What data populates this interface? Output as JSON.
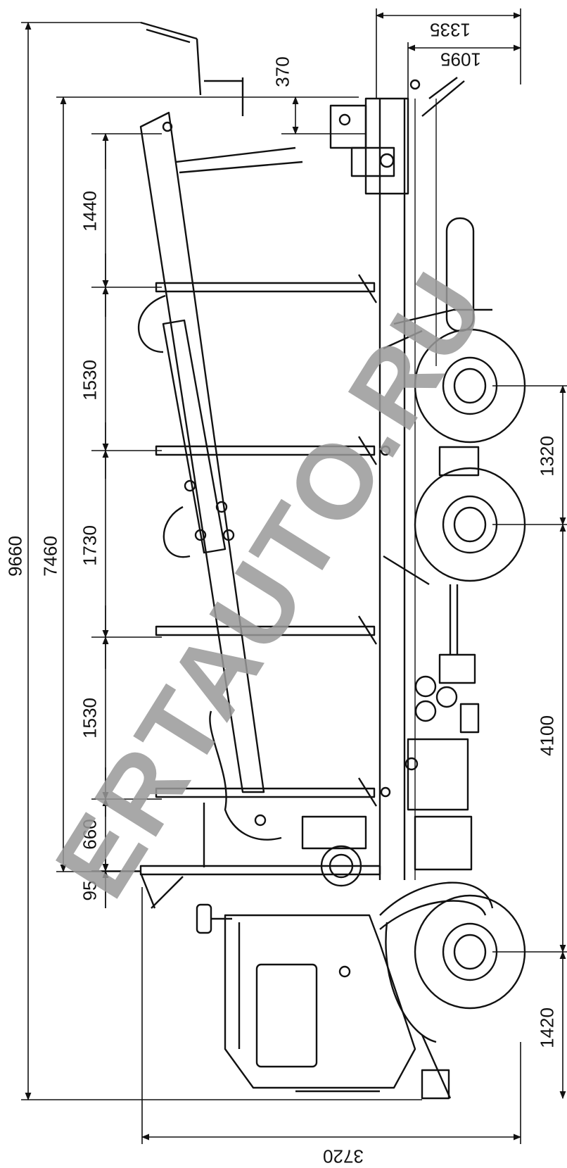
{
  "drawing": {
    "dimensions": {
      "overall_length": "9660",
      "body_length": "7460",
      "crane_offset": "370",
      "top_width_outer": "1335",
      "top_width_inner": "1095",
      "stanchion_spacing": [
        "1440",
        "1530",
        "1730",
        "1530",
        "660",
        "95"
      ],
      "rear_axle_spacing": "1320",
      "wheelbase": "4100",
      "front_overhang": "1420",
      "width": "3720"
    },
    "watermark": "ERTAUTO.RU"
  }
}
